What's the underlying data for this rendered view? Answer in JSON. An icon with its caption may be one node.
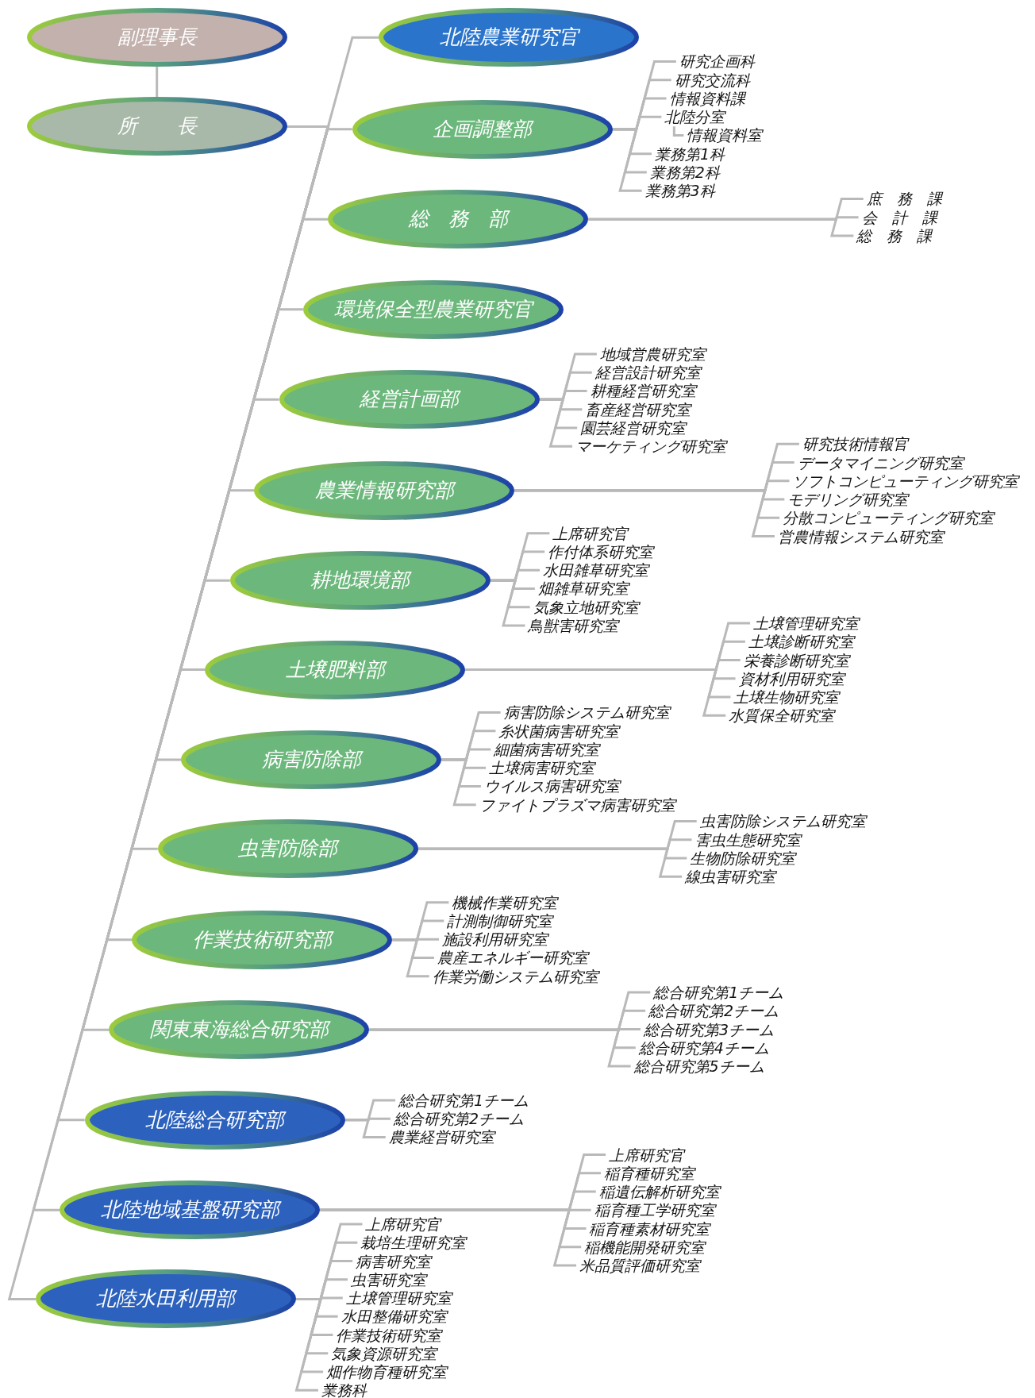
{
  "diagram": {
    "nodes": [
      {
        "text": [
          "副理事長"
        ]
      },
      {
        "text": [
          "所　　長"
        ]
      },
      {
        "text": [
          "北陸農業研究官"
        ]
      },
      {
        "text": [
          "企画調整部"
        ]
      },
      {
        "text": [
          "研究企画科"
        ]
      },
      {
        "text": [
          "研究交流科"
        ]
      },
      {
        "text": [
          "情報資料課"
        ]
      },
      {
        "text": [
          "北陸分室"
        ]
      },
      {
        "text": [
          "情報資料室"
        ]
      },
      {
        "text": [
          "業務第1科"
        ]
      },
      {
        "text": [
          "業務第2科"
        ]
      },
      {
        "text": [
          "業務第3科"
        ]
      },
      {
        "text": [
          "総　務　部"
        ]
      },
      {
        "text": [
          "庶　務　課"
        ]
      },
      {
        "text": [
          "会　計　課"
        ]
      },
      {
        "text": [
          "総　務　課"
        ]
      },
      {
        "text": [
          "環境保全型農業研究官"
        ]
      },
      {
        "text": [
          "経営計画部"
        ]
      },
      {
        "text": [
          "地域営農研究室"
        ]
      },
      {
        "text": [
          "経営設計研究室"
        ]
      },
      {
        "text": [
          "耕種経営研究室"
        ]
      },
      {
        "text": [
          "畜産経営研究室"
        ]
      },
      {
        "text": [
          "園芸経営研究室"
        ]
      },
      {
        "text": [
          "マーケティング研究室"
        ]
      },
      {
        "text": [
          "農業情報研究部"
        ]
      },
      {
        "text": [
          "研究技術情報官"
        ]
      },
      {
        "text": [
          "データマイニング研究室"
        ]
      },
      {
        "text": [
          "ソフトコンピューティング研究室"
        ]
      },
      {
        "text": [
          "モデリング研究室"
        ]
      },
      {
        "text": [
          "分散コンピューティング研究室"
        ]
      },
      {
        "text": [
          "営農情報システム研究室"
        ]
      },
      {
        "text": [
          "耕地環境部"
        ]
      },
      {
        "text": [
          "上席研究官"
        ]
      },
      {
        "text": [
          "作付体系研究室"
        ]
      },
      {
        "text": [
          "水田雑草研究室"
        ]
      },
      {
        "text": [
          "畑雑草研究室"
        ]
      },
      {
        "text": [
          "気象立地研究室"
        ]
      },
      {
        "text": [
          "鳥獣害研究室"
        ]
      },
      {
        "text": [
          "土壌肥料部"
        ]
      },
      {
        "text": [
          "土壌管理研究室"
        ]
      },
      {
        "text": [
          "土壌診断研究室"
        ]
      },
      {
        "text": [
          "栄養診断研究室"
        ]
      },
      {
        "text": [
          "資材利用研究室"
        ]
      },
      {
        "text": [
          "土壌生物研究室"
        ]
      },
      {
        "text": [
          "水質保全研究室"
        ]
      },
      {
        "text": [
          "病害防除部"
        ]
      },
      {
        "text": [
          "病害防除システム研究室"
        ]
      },
      {
        "text": [
          "糸状菌病害研究室"
        ]
      },
      {
        "text": [
          "細菌病害研究室"
        ]
      },
      {
        "text": [
          "土壌病害研究室"
        ]
      },
      {
        "text": [
          "ウイルス病害研究室"
        ]
      },
      {
        "text": [
          "ファイトプラズマ病害研究室"
        ]
      },
      {
        "text": [
          "虫害防除部"
        ]
      },
      {
        "text": [
          "虫害防除システム研究室"
        ]
      },
      {
        "text": [
          "害虫生態研究室"
        ]
      },
      {
        "text": [
          "生物防除研究室"
        ]
      },
      {
        "text": [
          "線虫害研究室"
        ]
      },
      {
        "text": [
          "作業技術研究部"
        ]
      },
      {
        "text": [
          "機械作業研究室"
        ]
      },
      {
        "text": [
          "計測制御研究室"
        ]
      },
      {
        "text": [
          "施設利用研究室"
        ]
      },
      {
        "text": [
          "農産エネルギー研究室"
        ]
      },
      {
        "text": [
          "作業労働システム研究室"
        ]
      },
      {
        "text": [
          "関東東海総合研究部"
        ]
      },
      {
        "text": [
          "総合研究第1チーム"
        ]
      },
      {
        "text": [
          "総合研究第2チーム"
        ]
      },
      {
        "text": [
          "総合研究第3チーム"
        ]
      },
      {
        "text": [
          "総合研究第4チーム"
        ]
      },
      {
        "text": [
          "総合研究第5チーム"
        ]
      },
      {
        "text": [
          "北陸総合研究部"
        ]
      },
      {
        "text": [
          "総合研究第1チーム"
        ]
      },
      {
        "text": [
          "総合研究第2チーム"
        ]
      },
      {
        "text": [
          "農業経営研究室"
        ]
      },
      {
        "text": [
          "北陸地域基盤研究部"
        ]
      },
      {
        "text": [
          "上席研究官"
        ]
      },
      {
        "text": [
          "稲育種研究室"
        ]
      },
      {
        "text": [
          "稲遺伝解析研究室"
        ]
      },
      {
        "text": [
          "稲育種工学研究室"
        ]
      },
      {
        "text": [
          "稲育種素材研究室"
        ]
      },
      {
        "text": [
          "稲機能開発研究室"
        ]
      },
      {
        "text": [
          "米品質評価研究室"
        ]
      },
      {
        "text": [
          "北陸水田利用部"
        ]
      },
      {
        "text": [
          "上席研究官"
        ]
      },
      {
        "text": [
          "栽培生理研究室"
        ]
      },
      {
        "text": [
          "病害研究室"
        ]
      },
      {
        "text": [
          "虫害研究室"
        ]
      },
      {
        "text": [
          "土壌管理研究室"
        ]
      },
      {
        "text": [
          "水田整備研究室"
        ]
      },
      {
        "text": [
          "作業技術研究室"
        ]
      },
      {
        "text": [
          "気象資源研究室"
        ]
      },
      {
        "text": [
          "畑作物育種研究室"
        ]
      },
      {
        "text": [
          "業務科"
        ]
      }
    ],
    "edges": [
      {
        "from": 0,
        "to": 1,
        "arrow": "none"
      },
      {
        "from": 1,
        "to": 2,
        "arrow": "none"
      },
      {
        "from": 1,
        "to": 3,
        "arrow": "none"
      },
      {
        "from": 1,
        "to": 12,
        "arrow": "none"
      },
      {
        "from": 1,
        "to": 16,
        "arrow": "none"
      },
      {
        "from": 1,
        "to": 17,
        "arrow": "none"
      },
      {
        "from": 1,
        "to": 24,
        "arrow": "none"
      },
      {
        "from": 1,
        "to": 31,
        "arrow": "none"
      },
      {
        "from": 1,
        "to": 38,
        "arrow": "none"
      },
      {
        "from": 1,
        "to": 45,
        "arrow": "none"
      },
      {
        "from": 1,
        "to": 52,
        "arrow": "none"
      },
      {
        "from": 1,
        "to": 57,
        "arrow": "none"
      },
      {
        "from": 1,
        "to": 63,
        "arrow": "none"
      },
      {
        "from": 1,
        "to": 69,
        "arrow": "none"
      },
      {
        "from": 1,
        "to": 73,
        "arrow": "none"
      },
      {
        "from": 1,
        "to": 81,
        "arrow": "none"
      },
      {
        "from": 3,
        "to": 4,
        "arrow": "none"
      },
      {
        "from": 3,
        "to": 5,
        "arrow": "none"
      },
      {
        "from": 3,
        "to": 6,
        "arrow": "none"
      },
      {
        "from": 3,
        "to": 7,
        "arrow": "none"
      },
      {
        "from": 7,
        "to": 8,
        "arrow": "none"
      },
      {
        "from": 3,
        "to": 9,
        "arrow": "none"
      },
      {
        "from": 3,
        "to": 10,
        "arrow": "none"
      },
      {
        "from": 3,
        "to": 11,
        "arrow": "none"
      },
      {
        "from": 12,
        "to": 13,
        "arrow": "none"
      },
      {
        "from": 12,
        "to": 14,
        "arrow": "none"
      },
      {
        "from": 12,
        "to": 15,
        "arrow": "none"
      },
      {
        "from": 17,
        "to": 18,
        "arrow": "none"
      },
      {
        "from": 17,
        "to": 19,
        "arrow": "none"
      },
      {
        "from": 17,
        "to": 20,
        "arrow": "none"
      },
      {
        "from": 17,
        "to": 21,
        "arrow": "none"
      },
      {
        "from": 17,
        "to": 22,
        "arrow": "none"
      },
      {
        "from": 17,
        "to": 23,
        "arrow": "none"
      },
      {
        "from": 24,
        "to": 25,
        "arrow": "none"
      },
      {
        "from": 24,
        "to": 26,
        "arrow": "none"
      },
      {
        "from": 24,
        "to": 27,
        "arrow": "none"
      },
      {
        "from": 24,
        "to": 28,
        "arrow": "none"
      },
      {
        "from": 24,
        "to": 29,
        "arrow": "none"
      },
      {
        "from": 24,
        "to": 30,
        "arrow": "none"
      },
      {
        "from": 31,
        "to": 32,
        "arrow": "none"
      },
      {
        "from": 31,
        "to": 33,
        "arrow": "none"
      },
      {
        "from": 31,
        "to": 34,
        "arrow": "none"
      },
      {
        "from": 31,
        "to": 35,
        "arrow": "none"
      },
      {
        "from": 31,
        "to": 36,
        "arrow": "none"
      },
      {
        "from": 31,
        "to": 37,
        "arrow": "none"
      },
      {
        "from": 38,
        "to": 39,
        "arrow": "none"
      },
      {
        "from": 38,
        "to": 40,
        "arrow": "none"
      },
      {
        "from": 38,
        "to": 41,
        "arrow": "none"
      },
      {
        "from": 38,
        "to": 42,
        "arrow": "none"
      },
      {
        "from": 38,
        "to": 43,
        "arrow": "none"
      },
      {
        "from": 38,
        "to": 44,
        "arrow": "none"
      },
      {
        "from": 45,
        "to": 46,
        "arrow": "none"
      },
      {
        "from": 45,
        "to": 47,
        "arrow": "none"
      },
      {
        "from": 45,
        "to": 48,
        "arrow": "none"
      },
      {
        "from": 45,
        "to": 49,
        "arrow": "none"
      },
      {
        "from": 45,
        "to": 50,
        "arrow": "none"
      },
      {
        "from": 45,
        "to": 51,
        "arrow": "none"
      },
      {
        "from": 52,
        "to": 53,
        "arrow": "none"
      },
      {
        "from": 52,
        "to": 54,
        "arrow": "none"
      },
      {
        "from": 52,
        "to": 55,
        "arrow": "none"
      },
      {
        "from": 52,
        "to": 56,
        "arrow": "none"
      },
      {
        "from": 57,
        "to": 58,
        "arrow": "none"
      },
      {
        "from": 57,
        "to": 59,
        "arrow": "none"
      },
      {
        "from": 57,
        "to": 60,
        "arrow": "none"
      },
      {
        "from": 57,
        "to": 61,
        "arrow": "none"
      },
      {
        "from": 57,
        "to": 62,
        "arrow": "none"
      },
      {
        "from": 63,
        "to": 64,
        "arrow": "none"
      },
      {
        "from": 63,
        "to": 65,
        "arrow": "none"
      },
      {
        "from": 63,
        "to": 66,
        "arrow": "none"
      },
      {
        "from": 63,
        "to": 67,
        "arrow": "none"
      },
      {
        "from": 63,
        "to": 68,
        "arrow": "none"
      },
      {
        "from": 69,
        "to": 70,
        "arrow": "none"
      },
      {
        "from": 69,
        "to": 71,
        "arrow": "none"
      },
      {
        "from": 69,
        "to": 72,
        "arrow": "none"
      },
      {
        "from": 73,
        "to": 74,
        "arrow": "none"
      },
      {
        "from": 73,
        "to": 75,
        "arrow": "none"
      },
      {
        "from": 73,
        "to": 76,
        "arrow": "none"
      },
      {
        "from": 73,
        "to": 77,
        "arrow": "none"
      },
      {
        "from": 73,
        "to": 78,
        "arrow": "none"
      },
      {
        "from": 73,
        "to": 79,
        "arrow": "none"
      },
      {
        "from": 73,
        "to": 80,
        "arrow": "none"
      },
      {
        "from": 81,
        "to": 82,
        "arrow": "none"
      },
      {
        "from": 81,
        "to": 83,
        "arrow": "none"
      },
      {
        "from": 81,
        "to": 84,
        "arrow": "none"
      },
      {
        "from": 81,
        "to": 85,
        "arrow": "none"
      },
      {
        "from": 81,
        "to": 86,
        "arrow": "none"
      },
      {
        "from": 81,
        "to": 87,
        "arrow": "none"
      },
      {
        "from": 81,
        "to": 88,
        "arrow": "none"
      },
      {
        "from": 81,
        "to": 89,
        "arrow": "none"
      },
      {
        "from": 81,
        "to": 90,
        "arrow": "none"
      },
      {
        "from": 81,
        "to": 91,
        "arrow": "none"
      }
    ]
  }
}
